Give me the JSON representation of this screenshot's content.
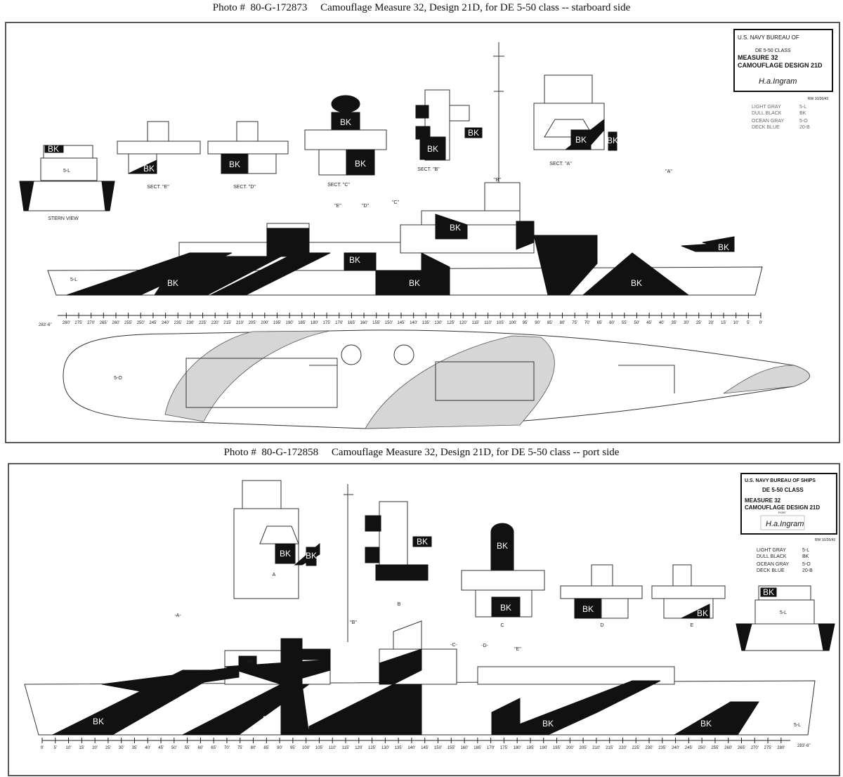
{
  "top": {
    "caption": "Photo #  80-G-172873     Camouflage Measure 32, Design 21D, for DE 5-50 class -- starboard side",
    "title_block": {
      "line1": "U.S. NAVY   BUREAU OF",
      "line2": "DE 5-50 CLASS",
      "line3": "MEASURE 32",
      "line4": "CAMOUFLAGE  DESIGN 21D",
      "signature": "H.a.Ingram",
      "initials": "RW 10/26/43"
    },
    "legend": [
      {
        "name": "LIGHT GRAY",
        "code": "5-L"
      },
      {
        "name": "DULL BLACK",
        "code": "BK"
      },
      {
        "name": "OCEAN GRAY",
        "code": "5-O"
      },
      {
        "name": "DECK BLUE",
        "code": "20-B"
      }
    ],
    "sections": [
      "STERN VIEW",
      "SECT. \"E\"",
      "SECT. \"D\"",
      "SECT. \"C\"",
      "SECT. \"B\"",
      "SECT. \"A\""
    ],
    "markers": [
      "\"A\"",
      "\"B\"",
      "\"C\"",
      "\"D\"",
      "\"E\""
    ],
    "length_label": "283'-6\""
  },
  "bottom": {
    "caption": "Photo #  80-G-172858     Camouflage Measure 32, Design 21D, for DE 5-50 class -- port side",
    "title_block": {
      "line1": "U.S. NAVY   BUREAU OF SHIPS",
      "line2": "DE 5-50 CLASS",
      "line3": "MEASURE 32",
      "line4": "CAMOUFLAGE  DESIGN 21D",
      "line5": "PORT",
      "signature": "H.a.Ingram",
      "initials": "RW 10/26/43"
    },
    "legend": [
      {
        "name": "LIGHT GRAY",
        "code": "5-L"
      },
      {
        "name": "DULL BLACK",
        "code": "BK"
      },
      {
        "name": "OCEAN GRAY",
        "code": "5-O"
      },
      {
        "name": "DECK BLUE",
        "code": "20-B"
      }
    ],
    "sections": [
      "A",
      "B",
      "C",
      "D",
      "E"
    ],
    "markers": [
      "-A-",
      "\"B\"",
      "-C-",
      "-D-",
      "\"E\""
    ],
    "length_label": "283'-6\""
  },
  "labels": {
    "black": "BK",
    "light_gray": "5-L",
    "ocean_gray": "5-O"
  },
  "colors": {
    "black": "#111111",
    "light_gray": "#ffffff",
    "ocean_gray": "#d6d6d6"
  }
}
